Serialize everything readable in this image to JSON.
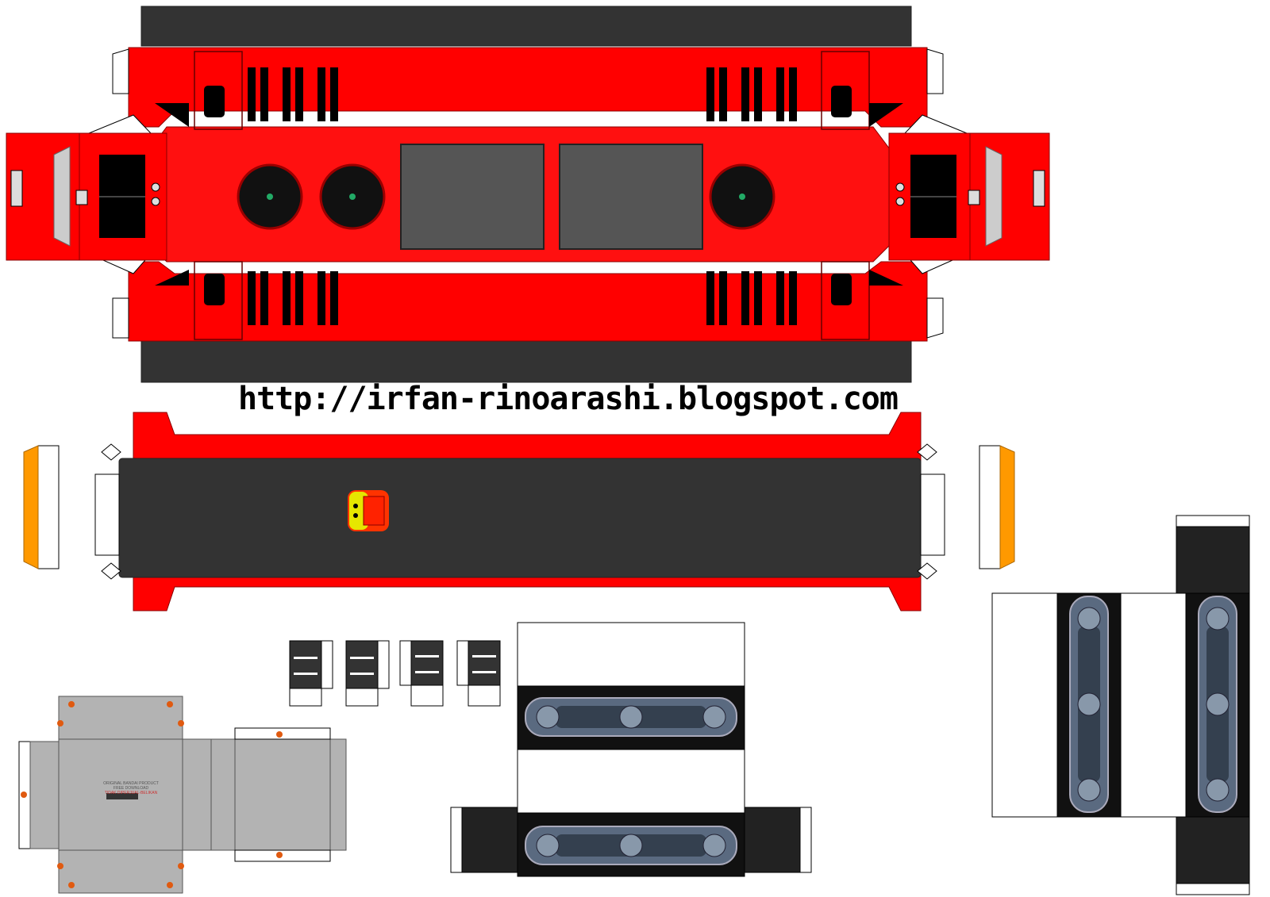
{
  "watermark": {
    "url": "http://irfan-rinoarashi.blogspot.com"
  },
  "box_label": {
    "line1": "ORIGINAL BANDAI PRODUCT",
    "line2": "FREE DOWNLOAD",
    "line3": "TIDAK DIPERJUAL-BELIKAN"
  },
  "colors": {
    "body_red": "#ff0000",
    "roof_dark": "#333333",
    "panel_gray": "#4d4d4d",
    "light_gray": "#b3b3b3",
    "amber": "#ff9900",
    "bogie_steel": "#5a6a80"
  },
  "icons": [
    "fan-icon",
    "headlight-icon",
    "bogie-icon",
    "logo-icon"
  ]
}
